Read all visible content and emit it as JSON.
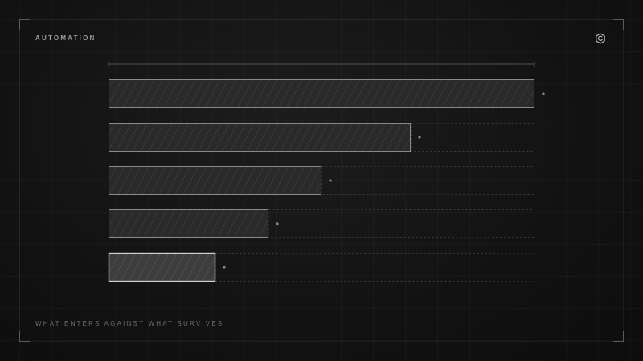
{
  "header": {
    "title": "AUTOMATION"
  },
  "footer": {
    "caption": "WHAT ENTERS AGAINST WHAT SURVIVES"
  },
  "brand": {
    "icon": "g-hexagon-logo-icon"
  },
  "colors": {
    "background": "#121212",
    "bar_fill": "#2a2a2a",
    "bar_stroke": "#8a8a8a",
    "highlight_fill": "#3d3d3d",
    "highlight_stroke": "#d0d0d0",
    "hatch": "#444444",
    "dot": "#8a8a8a"
  },
  "chart_data": {
    "type": "bar",
    "orientation": "horizontal",
    "values": [
      100,
      71,
      50,
      37.5,
      25
    ],
    "max": 100,
    "highlight_index": 4,
    "grid": false,
    "legend": "none"
  }
}
